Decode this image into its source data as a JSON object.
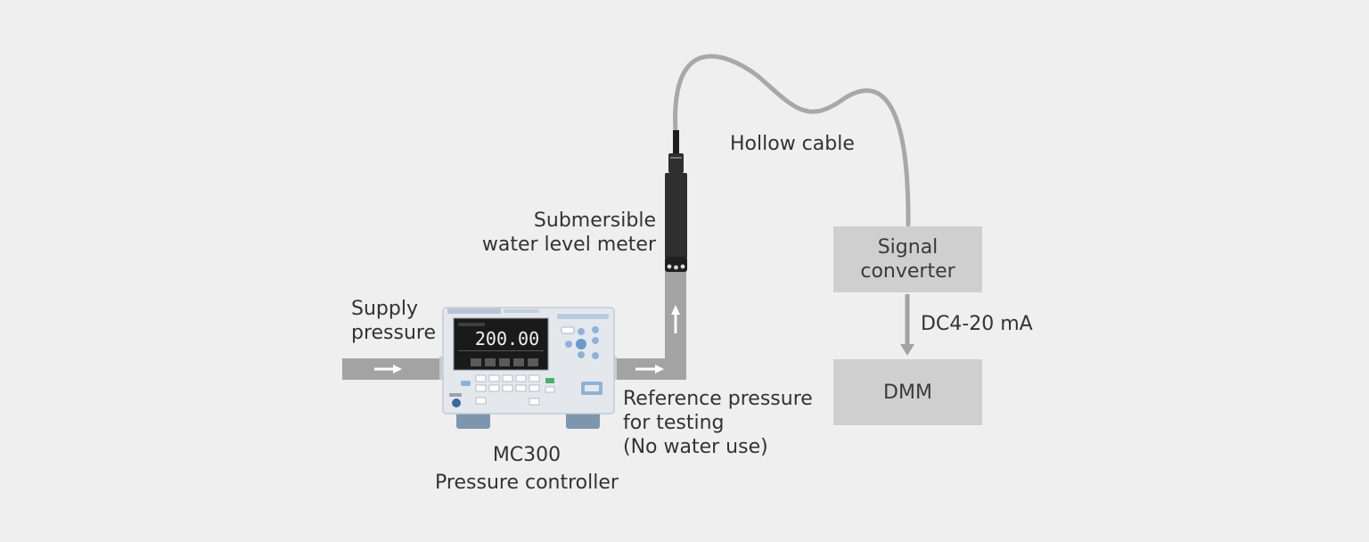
{
  "labels": {
    "supply_pressure": [
      "Supply",
      "pressure"
    ],
    "submersible_meter": [
      "Submersible",
      "water level meter"
    ],
    "hollow_cable": "Hollow cable",
    "signal_converter": [
      "Signal",
      "converter"
    ],
    "signal_output": "DC4-20 mA",
    "dmm": "DMM",
    "reference_pressure": [
      "Reference pressure",
      "for testing",
      "(No water use)"
    ],
    "controller": [
      "MC300",
      "Pressure controller"
    ]
  },
  "device_display": {
    "reading": "200.00"
  },
  "colors": {
    "background": "#eeefee",
    "pipe": "#a3a3a3",
    "cable": "#a8a8a8",
    "box": "#cfcfcf",
    "arrow": "#ffffff",
    "sensor": "#2e2e2e",
    "device_body": "#e4e8ed",
    "device_screen": "#1a1a1a",
    "device_feet": "#7e96ad"
  }
}
